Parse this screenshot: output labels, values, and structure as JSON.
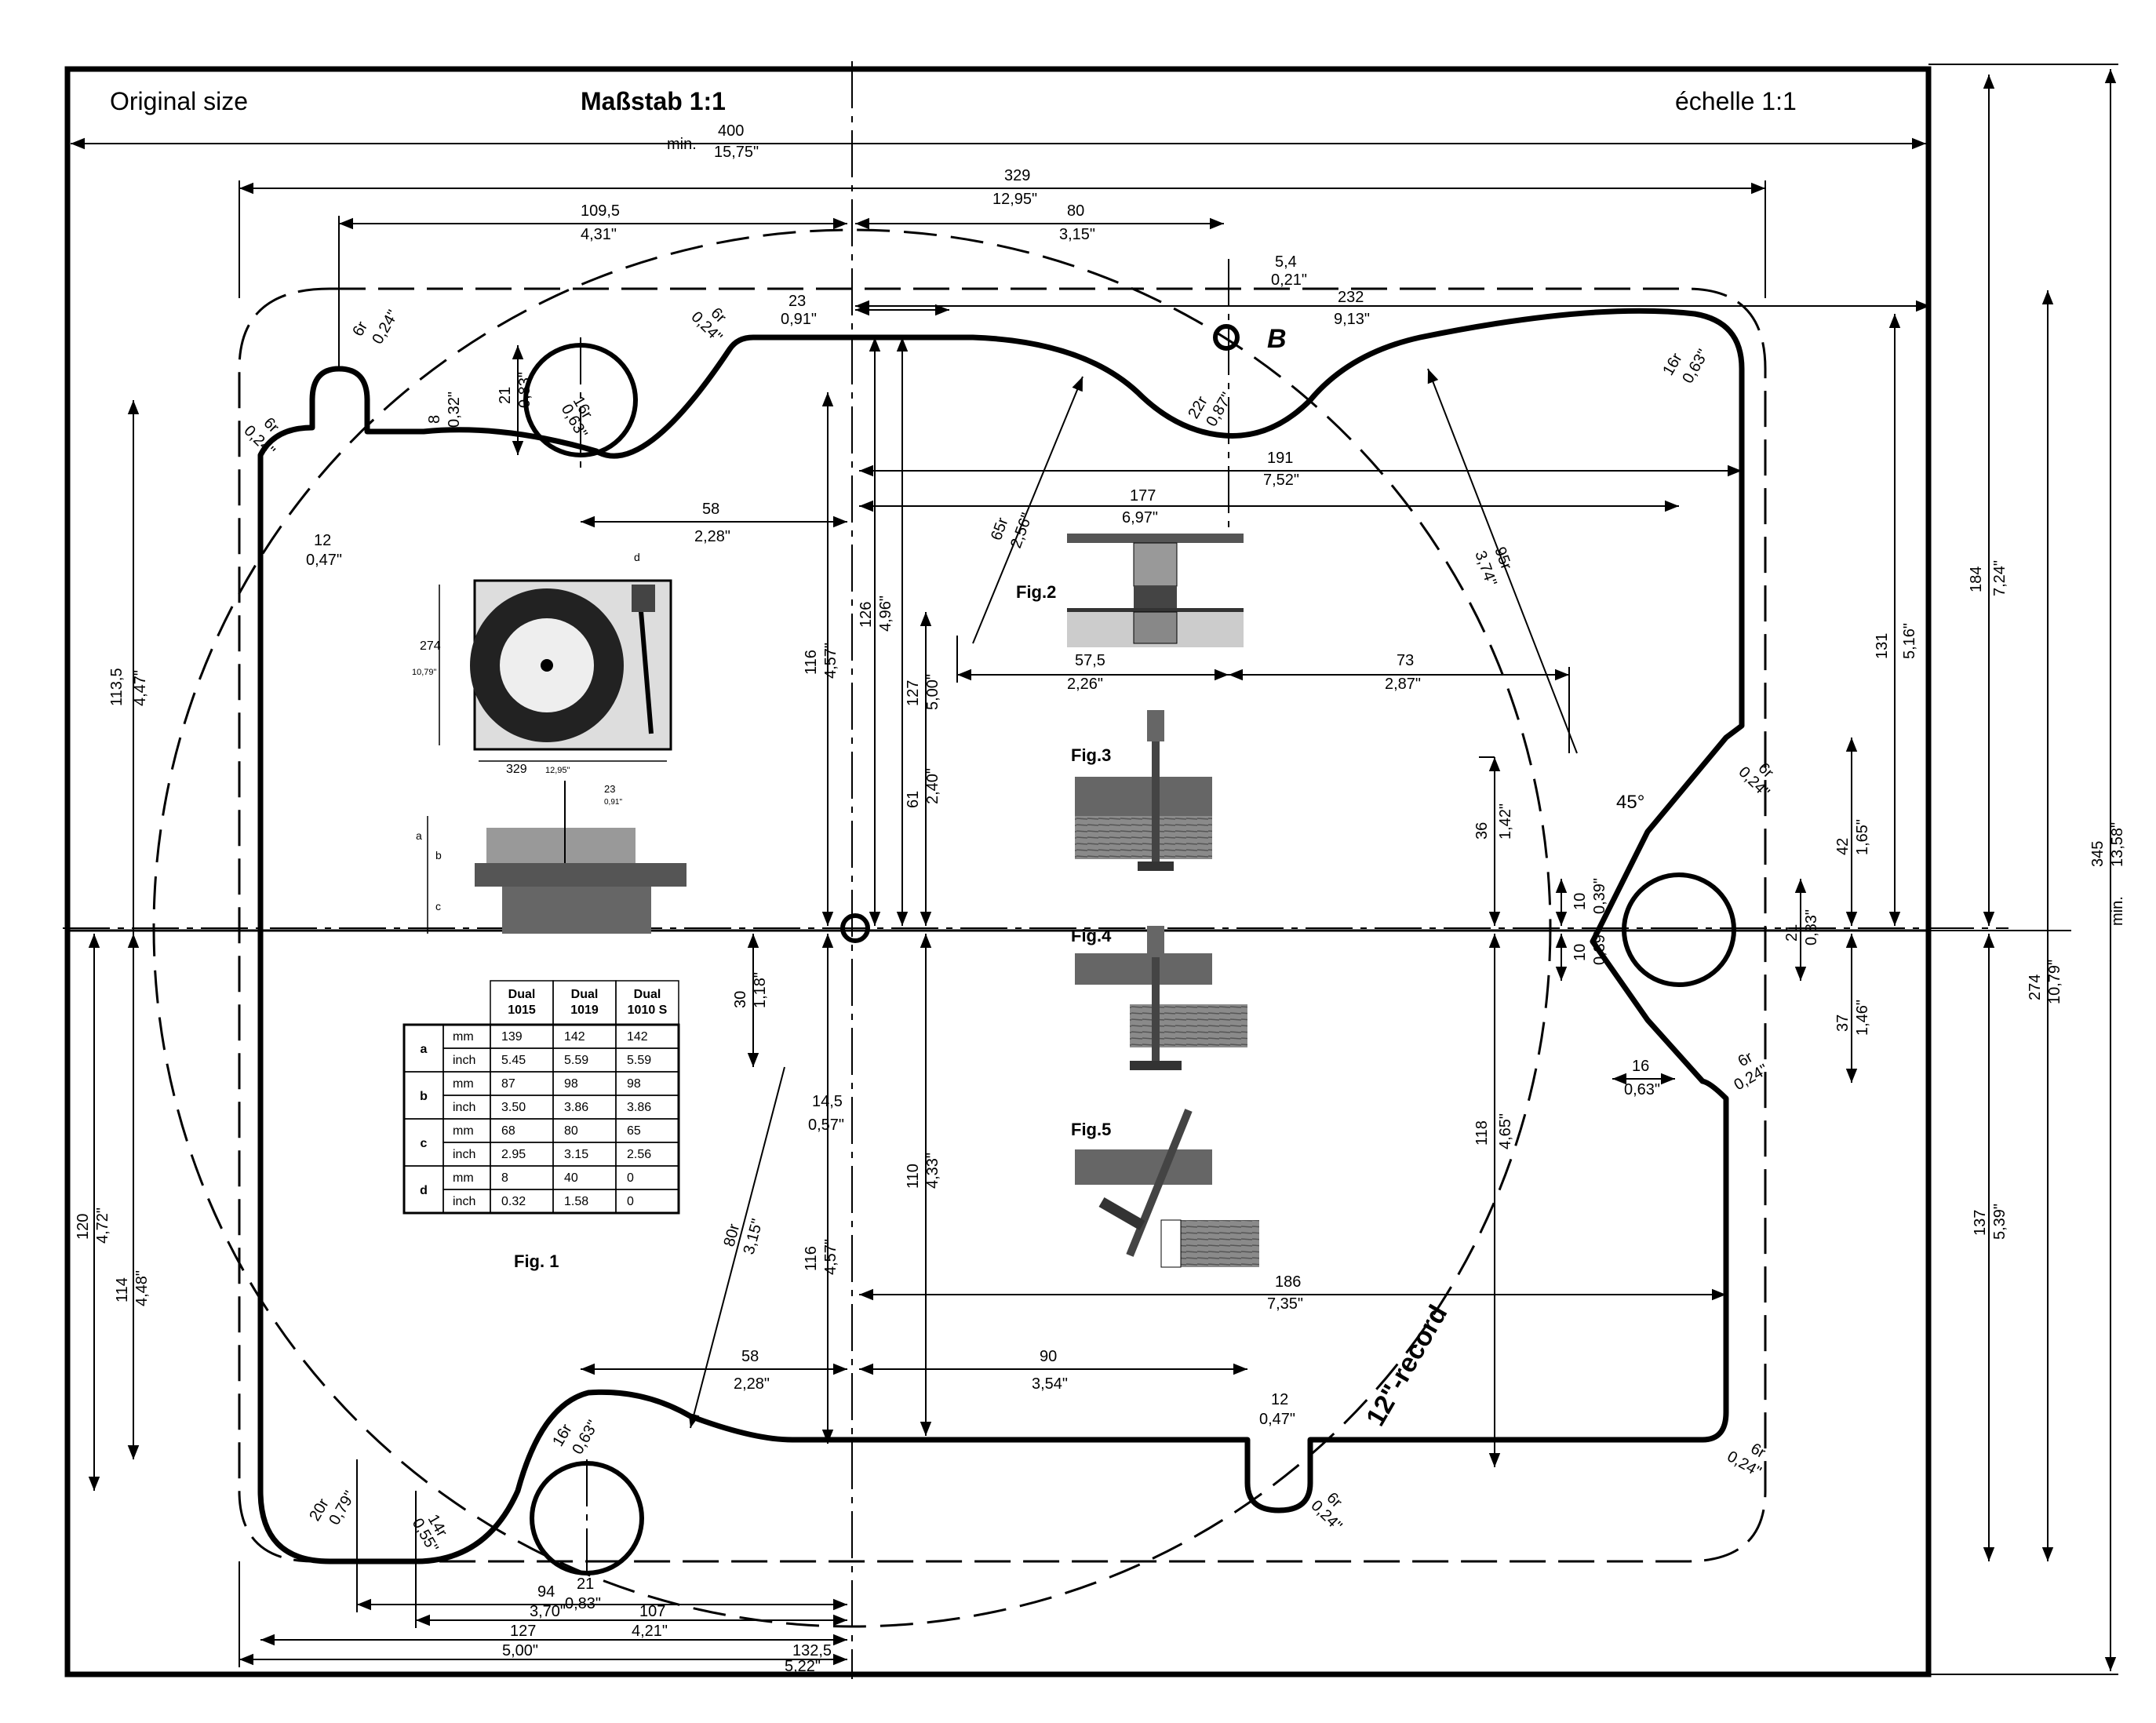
{
  "header": {
    "original_size": "Original size",
    "massstab": "Maßstab 1:1",
    "echelle": "échelle 1:1"
  },
  "labels": {
    "point_b": "B",
    "record": "12\"-record",
    "angle_45": "45°"
  },
  "figures": {
    "fig1": "Fig. 1",
    "fig2": "Fig.2",
    "fig3": "Fig.3",
    "fig4": "Fig.4",
    "fig5": "Fig.5"
  },
  "fig1_small_dims": {
    "height": "274",
    "height_in": "10,79\"",
    "width": "329",
    "width_in": "12,95\"",
    "offset": "23",
    "offset_in": "0,91\"",
    "a": "a",
    "b": "b",
    "c": "c",
    "d": "d"
  },
  "table": {
    "headers": [
      "Dual\n1015",
      "Dual\n1019",
      "Dual\n1010 S"
    ],
    "rows": [
      {
        "group": "a",
        "unit": "mm",
        "values": [
          "139",
          "142",
          "142"
        ]
      },
      {
        "group": "",
        "unit": "inch",
        "values": [
          "5.45",
          "5.59",
          "5.59"
        ]
      },
      {
        "group": "b",
        "unit": "mm",
        "values": [
          "87",
          "98",
          "98"
        ]
      },
      {
        "group": "",
        "unit": "inch",
        "values": [
          "3.50",
          "3.86",
          "3.86"
        ]
      },
      {
        "group": "c",
        "unit": "mm",
        "values": [
          "68",
          "80",
          "65"
        ]
      },
      {
        "group": "",
        "unit": "inch",
        "values": [
          "2.95",
          "3.15",
          "2.56"
        ]
      },
      {
        "group": "d",
        "unit": "mm",
        "values": [
          "8",
          "40",
          "0"
        ]
      },
      {
        "group": "",
        "unit": "inch",
        "values": [
          "0.32",
          "1.58",
          "0"
        ]
      }
    ]
  },
  "dims": {
    "d400": "400",
    "d400_min": "min.",
    "d400_in": "15,75\"",
    "d329": "329",
    "d329_in": "12,95\"",
    "d109": "109,5",
    "d109_in": "4,31\"",
    "d80": "80",
    "d80_in": "3,15\"",
    "d5_4": "5,4",
    "d5_4_in": "0,21\"",
    "d23": "23",
    "d23_in": "0,91\"",
    "d232": "232",
    "d232_in": "9,13\"",
    "d6r_a": "6r",
    "d6r_a_in": "0,24\"",
    "d6r_b": "6r",
    "d6r_b_in": "0,24\"",
    "d6r_c": "6r",
    "d6r_c_in": "0,24\"",
    "d21a": "21",
    "d21a_in": "0,83\"",
    "d16r_a": "16r",
    "d16r_a_in": "0,63\"",
    "d8": "8",
    "d8_in": "0,32\"",
    "d22r": "22r",
    "d22r_in": "0,87\"",
    "d16r_b": "16r",
    "d16r_b_in": "0,63\"",
    "d191": "191",
    "d191_in": "7,52\"",
    "d177": "177",
    "d177_in": "6,97\"",
    "d58a": "58",
    "d58a_in": "2,28\"",
    "d12a": "12",
    "d12a_in": "0,47\"",
    "d65r": "65r",
    "d65r_in": "2,56\"",
    "d95r": "95r",
    "d95r_in": "3,74\"",
    "d113": "113,5",
    "d113_in": "4,47\"",
    "d126": "126",
    "d126_in": "4,96\"",
    "d116a": "116",
    "d116a_in": "4,57\"",
    "d127a": "127",
    "d127a_in": "5,00\"",
    "d61": "61",
    "d61_in": "2,40\"",
    "d57": "57,5",
    "d57_in": "2,26\"",
    "d73": "73",
    "d73_in": "2,87\"",
    "d131": "131",
    "d131_in": "5,16\"",
    "d184": "184",
    "d184_in": "7,24\"",
    "d6r_d": "6r",
    "d6r_d_in": "0,24\"",
    "d36": "36",
    "d36_in": "1,42\"",
    "d42": "42",
    "d42_in": "1,65\"",
    "d10a": "10",
    "d10a_in": "0,39\"",
    "d10b": "10",
    "d10b_in": "0,39\"",
    "d21b": "21",
    "d21b_in": "0,83\"",
    "d345": "345",
    "d345_min": "min.",
    "d345_in": "13,58\"",
    "d30": "30",
    "d30_in": "1,18\"",
    "d14_5": "14,5",
    "d14_5_in": "0,57\"",
    "d16": "16",
    "d16_in": "0,63\"",
    "d37": "37",
    "d37_in": "1,46\"",
    "d6r_e": "6r",
    "d6r_e_in": "0,24\"",
    "d274": "274",
    "d274_in": "10,79\"",
    "d110": "110",
    "d110_in": "4,33\"",
    "d118": "118",
    "d118_in": "4,65\"",
    "d120": "120",
    "d120_in": "4,72\"",
    "d114": "114",
    "d114_in": "4,48\"",
    "d80r": "80r",
    "d80r_in": "3,15\"",
    "d116b": "116",
    "d116b_in": "4,57\"",
    "d137": "137",
    "d137_in": "5,39\"",
    "d186": "186",
    "d186_in": "7,35\"",
    "d58b": "58",
    "d58b_in": "2,28\"",
    "d90": "90",
    "d90_in": "3,54\"",
    "d12b": "12",
    "d12b_in": "0,47\"",
    "d16r_c": "16r",
    "d16r_c_in": "0,63\"",
    "d20r": "20r",
    "d20r_in": "0,79\"",
    "d14r": "14r",
    "d14r_in": "0,55\"",
    "d21c": "21",
    "d21c_in": "0,83\"",
    "d6r_f": "6r",
    "d6r_f_in": "0,24\"",
    "d6r_g": "6r",
    "d6r_g_in": "0,24\"",
    "d94": "94",
    "d94_in": "3,70\"",
    "d107": "107",
    "d107_in": "4,21\"",
    "d127b": "127",
    "d127b_in": "5,00\"",
    "d132": "132,5",
    "d132_in": "5,22\""
  }
}
